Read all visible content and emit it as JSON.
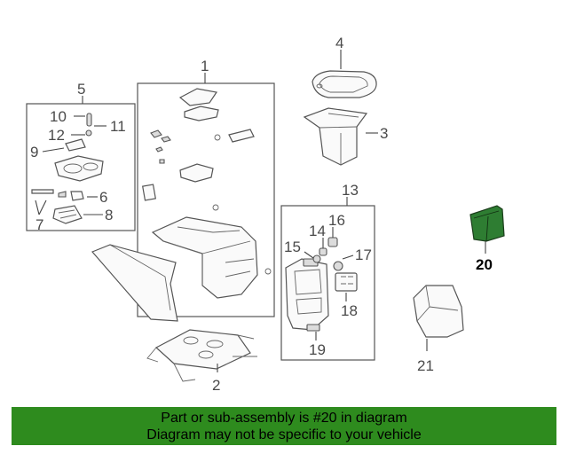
{
  "callouts": [
    {
      "id": "1",
      "label": "1"
    },
    {
      "id": "2",
      "label": "2"
    },
    {
      "id": "3",
      "label": "3"
    },
    {
      "id": "4",
      "label": "4"
    },
    {
      "id": "5",
      "label": "5"
    },
    {
      "id": "6",
      "label": "6"
    },
    {
      "id": "7",
      "label": "7"
    },
    {
      "id": "8",
      "label": "8"
    },
    {
      "id": "9",
      "label": "9"
    },
    {
      "id": "10",
      "label": "10"
    },
    {
      "id": "11",
      "label": "11"
    },
    {
      "id": "12",
      "label": "12"
    },
    {
      "id": "13",
      "label": "13"
    },
    {
      "id": "14",
      "label": "14"
    },
    {
      "id": "15",
      "label": "15"
    },
    {
      "id": "16",
      "label": "16"
    },
    {
      "id": "17",
      "label": "17"
    },
    {
      "id": "18",
      "label": "18"
    },
    {
      "id": "19",
      "label": "19"
    },
    {
      "id": "20",
      "label": "20"
    },
    {
      "id": "21",
      "label": "21"
    }
  ],
  "highlight": {
    "part": "20",
    "color": "#2e7d32"
  },
  "footer": {
    "line1": "Part or sub-assembly is #20 in diagram",
    "line2": "Diagram may not be specific to your vehicle",
    "background": "#2e8b1e"
  }
}
